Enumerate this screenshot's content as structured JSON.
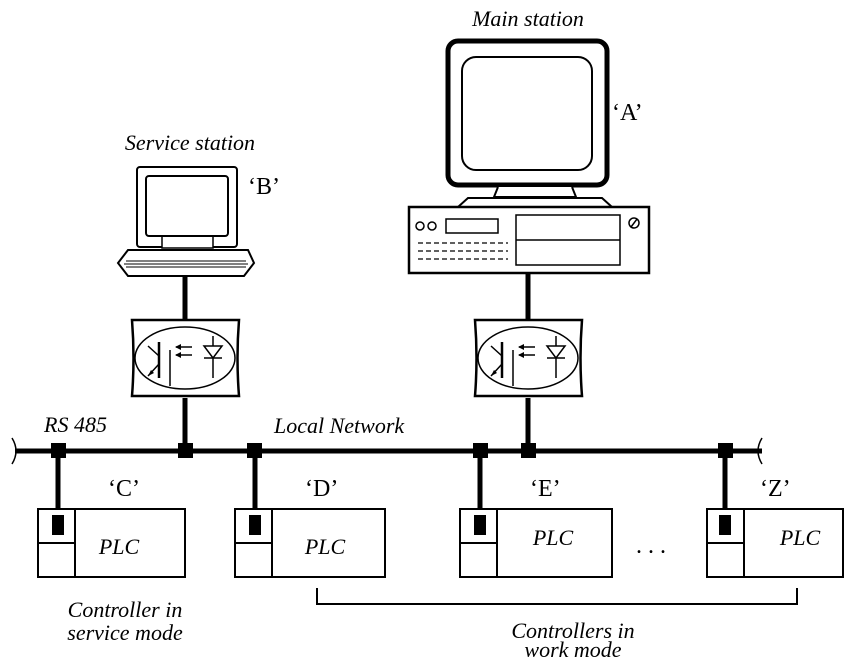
{
  "labels": {
    "main_station": "Main station",
    "main_station_id": "‘A’",
    "service_station": "Service station",
    "service_station_id": "‘B’",
    "rs485": "RS 485",
    "local_network": "Local Network",
    "controllers": [
      {
        "id": "‘C’",
        "label": "PLC"
      },
      {
        "id": "‘D’",
        "label": "PLC"
      },
      {
        "id": "‘E’",
        "label": "PLC"
      },
      {
        "id": "‘Z’",
        "label": "PLC"
      }
    ],
    "ellipsis": ". . .",
    "service_mode_line1": "Controller in",
    "service_mode_line2": "service mode",
    "work_mode_line1": "Controllers in",
    "work_mode_line2": "work mode"
  }
}
